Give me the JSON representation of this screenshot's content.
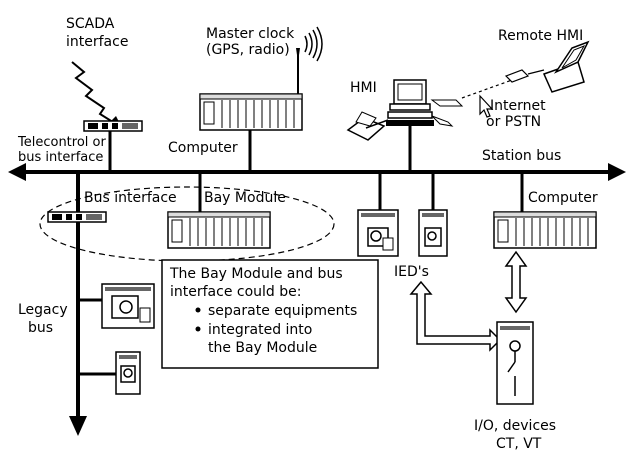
{
  "labels": {
    "scada_line1": "SCADA",
    "scada_line2": "interface",
    "master_clock_line1": "Master clock",
    "master_clock_line2": "(GPS, radio)",
    "remote_hmi": "Remote HMI",
    "hmi": "HMI",
    "internet_line1": "Internet",
    "internet_line2": "or PSTN",
    "telecontrol_line1": "Telecontrol or",
    "telecontrol_line2": "bus interface",
    "computer_top": "Computer",
    "station_bus": "Station bus",
    "bus_interface": "Bus interface",
    "bay_module": "Bay Module",
    "computer_right": "Computer",
    "ieds": "IED's",
    "legacy_line1": "Legacy",
    "legacy_line2": "bus",
    "io_line1": "I/O, devices",
    "io_line2": "CT, VT"
  },
  "note": {
    "line1": "The Bay Module and bus",
    "line2": "interface could be:",
    "bullet1": "separate equipments",
    "bullet2_line1": "integrated into",
    "bullet2_line2": "the Bay Module"
  }
}
